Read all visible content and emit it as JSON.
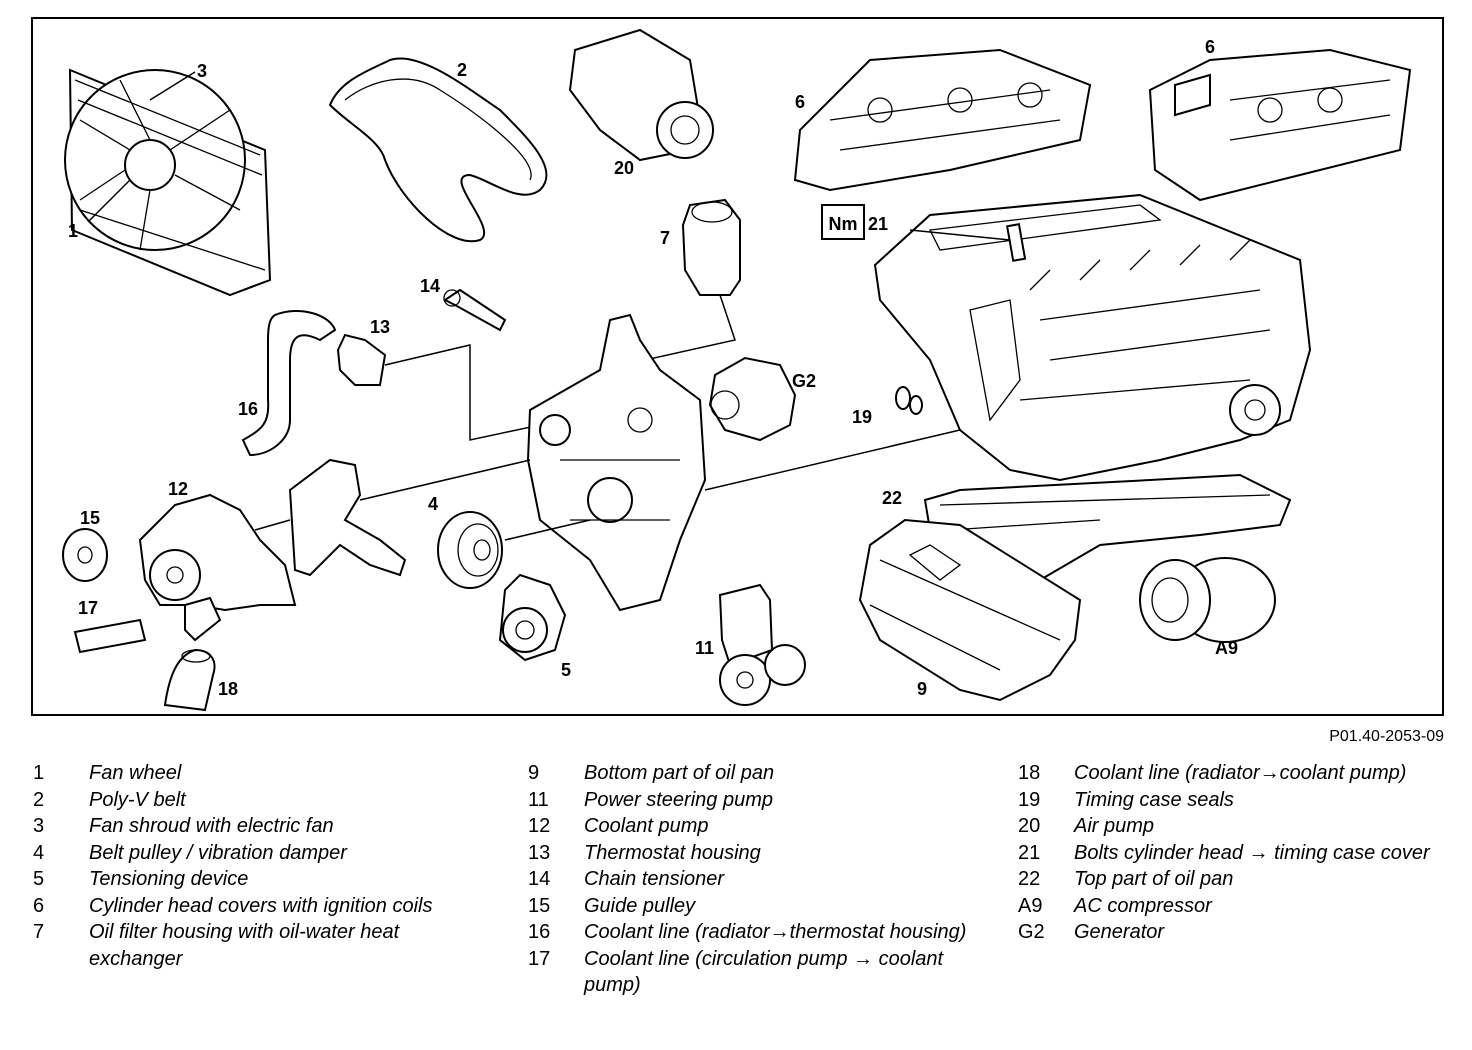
{
  "figure_code": "P01.40-2053-09",
  "nm_badge": "Nm",
  "callouts": {
    "c1": "1",
    "c2": "2",
    "c3": "3",
    "c4": "4",
    "c5": "5",
    "c6a": "6",
    "c6b": "6",
    "c7": "7",
    "c9": "9",
    "c11": "11",
    "c12": "12",
    "c13": "13",
    "c14": "14",
    "c15": "15",
    "c16": "16",
    "c17": "17",
    "c18": "18",
    "c19": "19",
    "c20": "20",
    "c21": "21",
    "c22": "22",
    "cA9": "A9",
    "cG2": "G2"
  },
  "legend": {
    "col1": [
      {
        "num": "1",
        "text": "Fan wheel"
      },
      {
        "num": "2",
        "text": "Poly-V belt"
      },
      {
        "num": "3",
        "text": "Fan shroud with electric fan"
      },
      {
        "num": "4",
        "text": "Belt pulley / vibration damper"
      },
      {
        "num": "5",
        "text": "Tensioning device"
      },
      {
        "num": "6",
        "text": "Cylinder head covers with ignition coils"
      },
      {
        "num": "7",
        "text": "Oil filter housing with oil-water heat exchanger"
      }
    ],
    "col2": [
      {
        "num": "9",
        "text": "Bottom part of oil pan"
      },
      {
        "num": "11",
        "text": "Power steering pump"
      },
      {
        "num": "12",
        "text": "Coolant pump"
      },
      {
        "num": "13",
        "text": "Thermostat housing"
      },
      {
        "num": "14",
        "text": "Chain tensioner"
      },
      {
        "num": "15",
        "text": "Guide pulley"
      },
      {
        "num": "16",
        "text": "Coolant line (radiator→thermostat housing)"
      },
      {
        "num": "17",
        "text": "Coolant line (circulation pump → coolant pump)"
      }
    ],
    "col3": [
      {
        "num": "18",
        "text": "Coolant line (radiator→coolant pump)"
      },
      {
        "num": "19",
        "text": "Timing case seals"
      },
      {
        "num": "20",
        "text": "Air pump"
      },
      {
        "num": "21",
        "text": "Bolts cylinder head → timing case cover"
      },
      {
        "num": "22",
        "text": "Top part of oil pan"
      },
      {
        "num": "A9",
        "text": "AC compressor"
      },
      {
        "num": "G2",
        "text": "Generator"
      }
    ]
  }
}
